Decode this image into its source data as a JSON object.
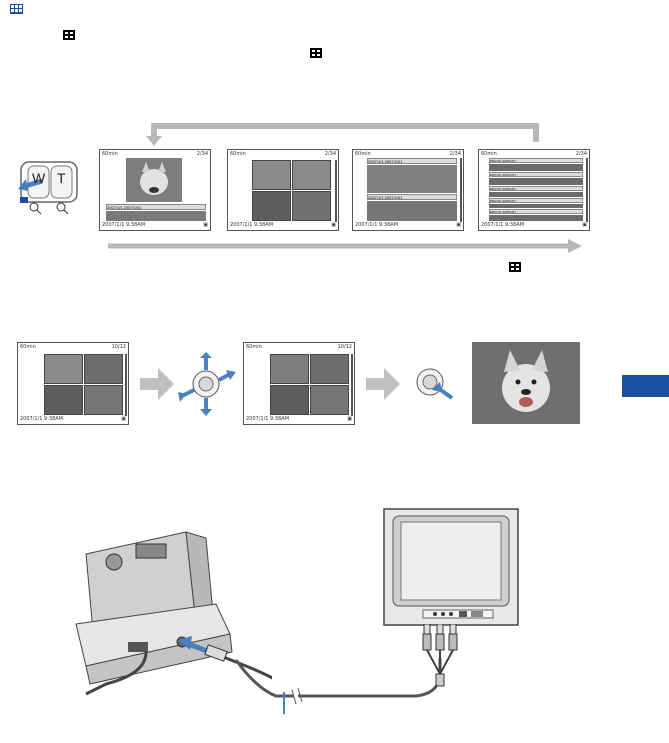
{
  "screens": {
    "s1": {
      "time": "60min",
      "count": "2/34",
      "date_bar": "2007/1/1  2007/1/01",
      "footer": "2007/1/1  9:38AM"
    },
    "s2": {
      "time": "60min",
      "count": "2/34",
      "footer": "2007/1/1  9:38AM"
    },
    "s3": {
      "time": "60min",
      "count": "2/34",
      "row1": "2007/1/1  2007/1/01",
      "row2": "2007/1/1  2007/1/01",
      "footer": "2007/1/1  9:38AM"
    },
    "s4": {
      "time": "60min",
      "count": "2/34",
      "rows": [
        "2007/1/1  2007/1/01",
        "2007/1/1  2007/1/01",
        "2007/1/1  2007/1/01",
        "2007/1/1  2007/1/01",
        "2007/1/1  2007/1/01"
      ],
      "footer": "2007/1/1  9:38AM"
    },
    "s5": {
      "time": "60min",
      "count": "10/12",
      "footer": "2007/1/1  9:38AM"
    },
    "s6": {
      "time": "60min",
      "count": "10/12",
      "footer": "2007/1/1  9:38AM"
    }
  },
  "zoom_lever": {
    "w_label": "W",
    "t_label": "T"
  },
  "colors": {
    "accent": "#1a4fa0",
    "arrow_gray": "#b8b8b8"
  },
  "icons": [
    "index-icon",
    "zoom-out-icon",
    "zoom-in-icon",
    "control-button-icon"
  ]
}
